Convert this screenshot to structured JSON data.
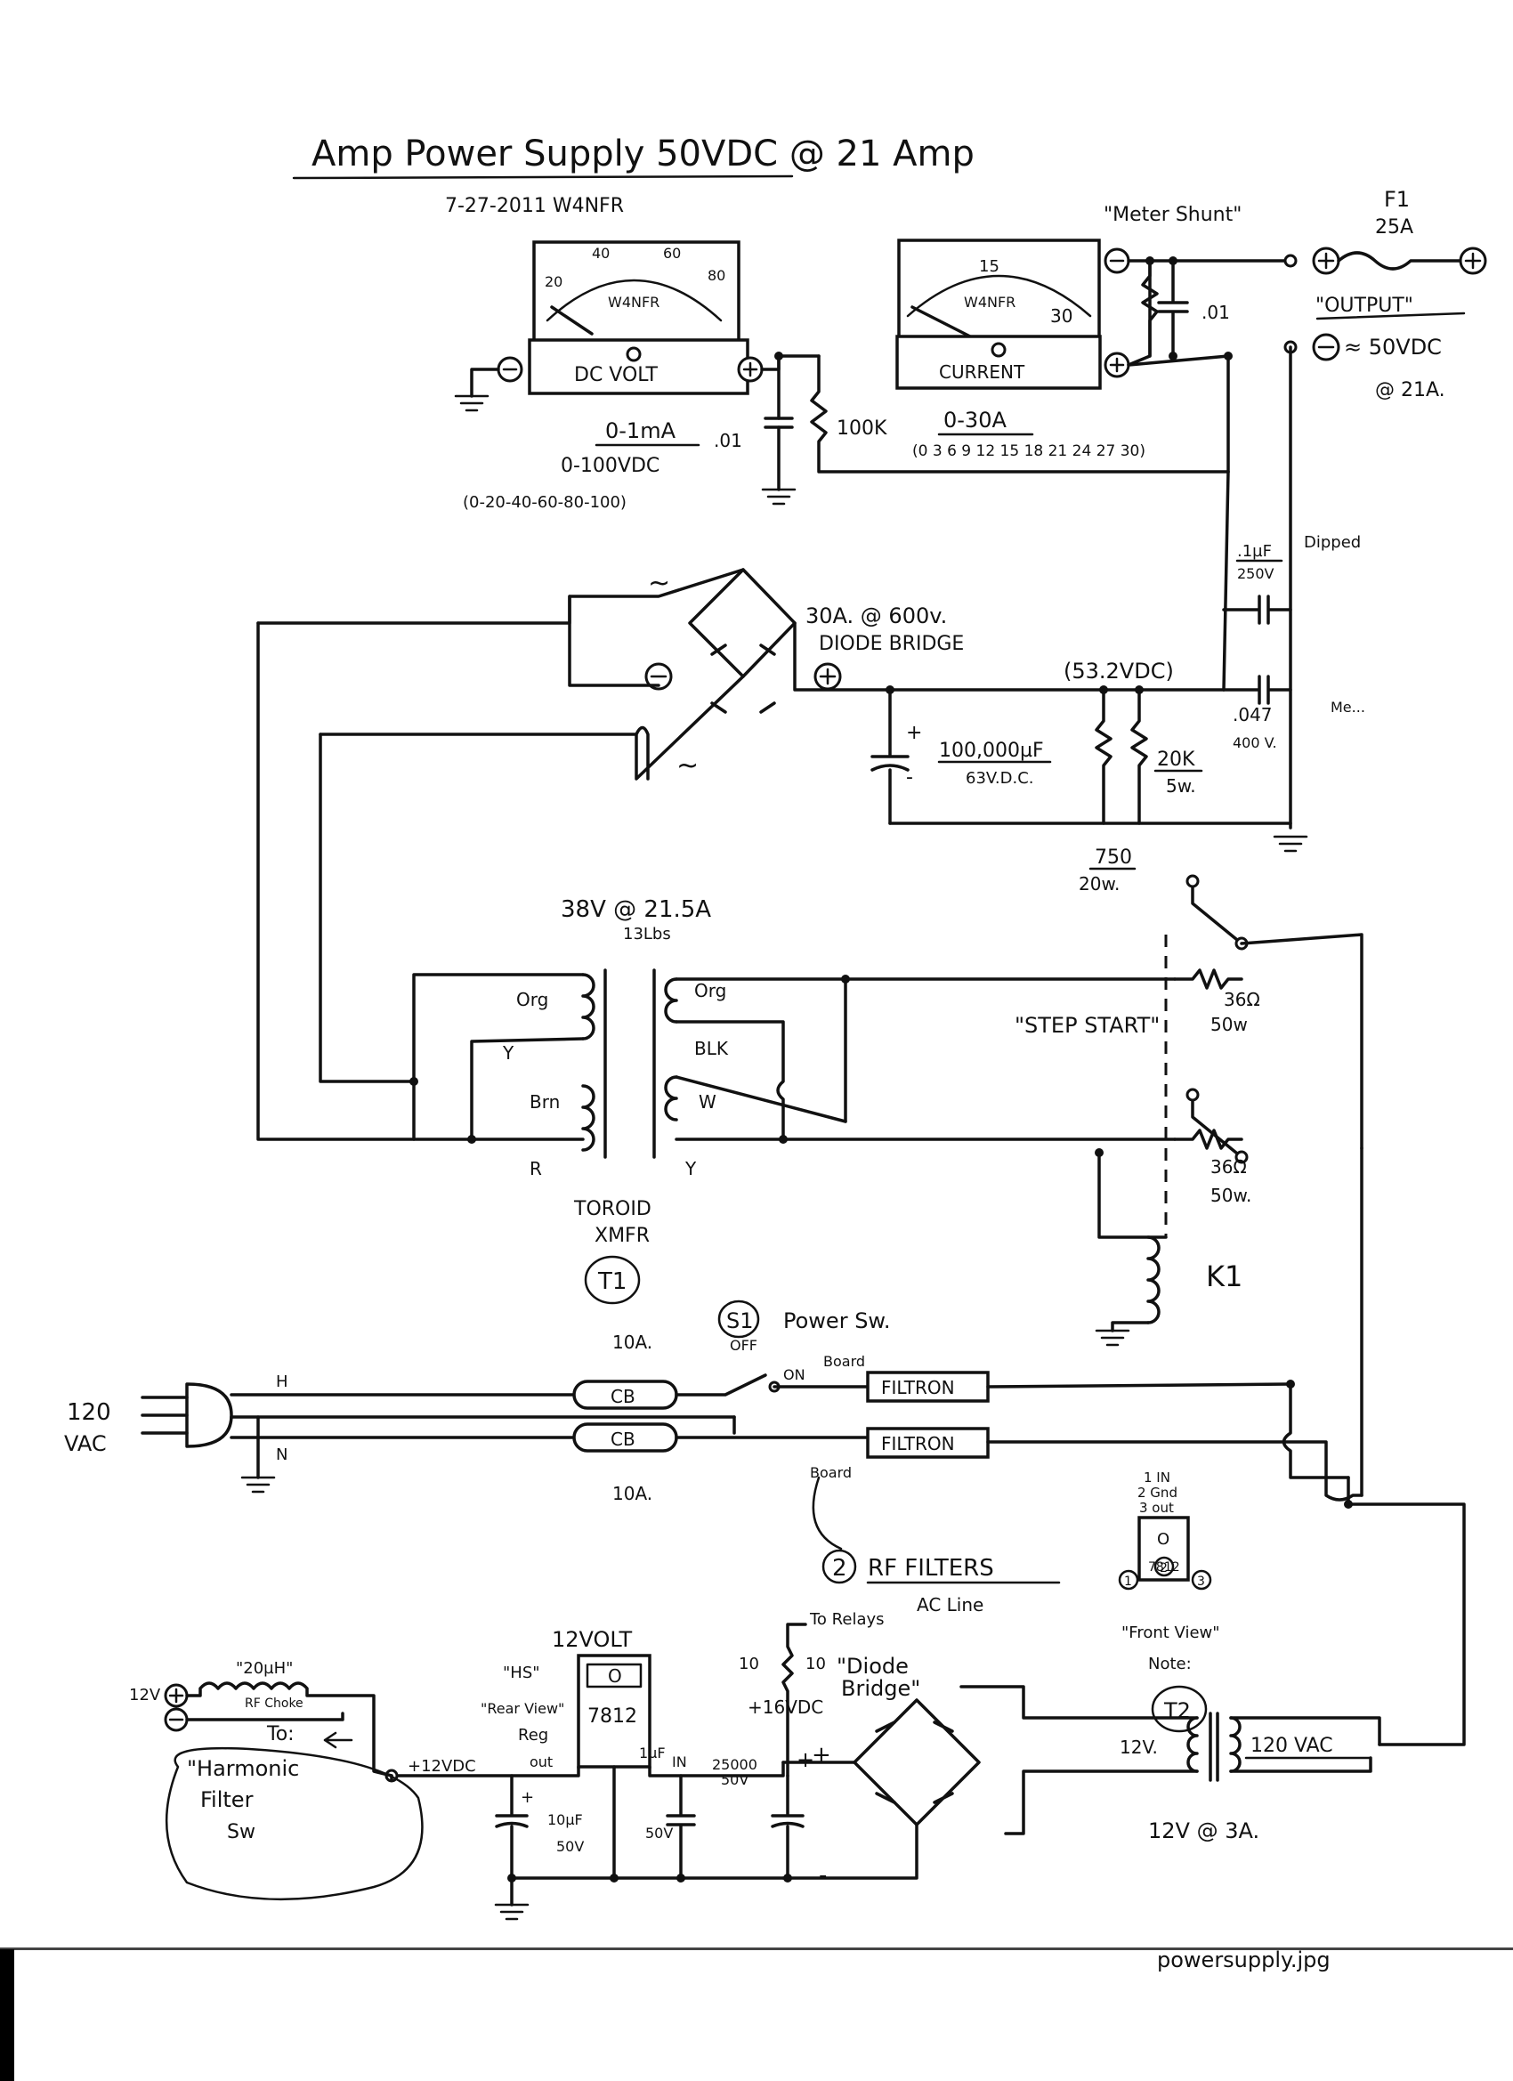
{
  "title": "Amp  Power Supply  50VDC @ 21 Amp",
  "date_author": "7-27-2011  W4NFR",
  "file_note": "powersupply.jpg",
  "meters": {
    "volt_label": "DC VOLT",
    "volt_face": "W4NFR",
    "volt_scale_ticks": [
      "20",
      "40",
      "60",
      "80"
    ],
    "volt_range": "0-1mA",
    "volt_vdc": "0-100VDC",
    "volt_points": "(0-20-40-60-80-100)",
    "current_label": "CURRENT",
    "current_face": "W4NFR",
    "current_scale_ticks": [
      "15",
      "30"
    ],
    "current_range": "0-30A",
    "current_points": "(0 3 6 9 12 15 18 21 24 27 30)",
    "shunt": "\"Meter Shunt\"",
    "cap_01": ".01",
    "cap_01_b": ".01",
    "resistor_100k": "100K"
  },
  "output": {
    "fuse": "F1",
    "fuse_rating": "25A",
    "label": "\"OUTPUT\"",
    "voltage": "≈ 50VDC",
    "current": "@ 21A."
  },
  "bridge": {
    "rating": "30A. @ 600v.",
    "name": "DIODE BRIDGE",
    "ac1": "~",
    "ac2": "~",
    "dc_voltage": "(53.2VDC)",
    "cap": "100,000µF",
    "cap_voltage": "63V.D.C.",
    "bleeder": "20K",
    "bleeder_watts": "5w.",
    "cap_1uf": ".1µF",
    "cap_1uf_v": "250V",
    "cap_dipped": "Dipped",
    "cap_047": ".047",
    "cap_047_v": "400 V.",
    "side_note": "Me...",
    "plus": "+",
    "minus": "-"
  },
  "transformer": {
    "rating": "38V @ 21.5A",
    "weight": "13Lbs",
    "type_1": "TOROID",
    "type_2": "XMFR",
    "designator": "T1",
    "leads": [
      "Org",
      "Y",
      "Brn",
      "R",
      "Org",
      "BLK",
      "W",
      "Y"
    ]
  },
  "step_start": {
    "label": "\"STEP START\"",
    "r750": "750",
    "r750_w": "20w.",
    "r36_a": "36Ω",
    "r36_a_w": "50w",
    "r36_b": "36Ω",
    "r36_b_w": "50w.",
    "relay": "K1"
  },
  "ac_input": {
    "voltage_1": "120",
    "voltage_2": "VAC",
    "hot": "H",
    "neutral": "N",
    "switch_id": "S1",
    "switch_name": "Power Sw.",
    "off": "OFF",
    "on": "ON",
    "breaker": "CB",
    "breaker_rating_top": "10A.",
    "breaker_rating_bot": "10A.",
    "filter": "FILTRON",
    "board_1": "Board",
    "board_2": "Board",
    "filters_id": "2",
    "filters": "RF FILTERS",
    "ac_line": "AC Line"
  },
  "low_voltage": {
    "reg_title": "12VOLT",
    "reg_part": "7812",
    "reg_hs": "\"HS\"",
    "reg_view_1": "\"Rear View\"",
    "reg_view_2": "Reg",
    "reg_out": "out",
    "reg_in": "IN",
    "out_label": "+12VDC",
    "choke": "\"20µH\"",
    "choke_name": "RF Choke",
    "to": "To:",
    "harmonic_1": "\"Harmonic",
    "harmonic_2": "Filter",
    "harmonic_3": "Sw",
    "v12": "12V",
    "c1": "10µF",
    "c1_v": "50V",
    "c2": "1µF",
    "c2_v": "50V",
    "c3": "25000",
    "c3_v": "50V",
    "relays": "To Relays",
    "relay_r1": "10",
    "relay_r2": "10",
    "relay_v": "+16VDC",
    "bridge_1": "\"Diode",
    "bridge_2": "Bridge\"",
    "xfmr_sec": "12V.",
    "xfmr_pri": "120 VAC",
    "xfmr_rating": "12V @ 3A.",
    "xfmr_id": "T2",
    "pin_note_1": "1 IN",
    "pin_note_2": "2 Gnd",
    "pin_note_3": "3 out",
    "front_view": "\"Front View\"",
    "note": "Note:",
    "pins": [
      "1",
      "2",
      "3"
    ],
    "reg_pin": "O"
  }
}
